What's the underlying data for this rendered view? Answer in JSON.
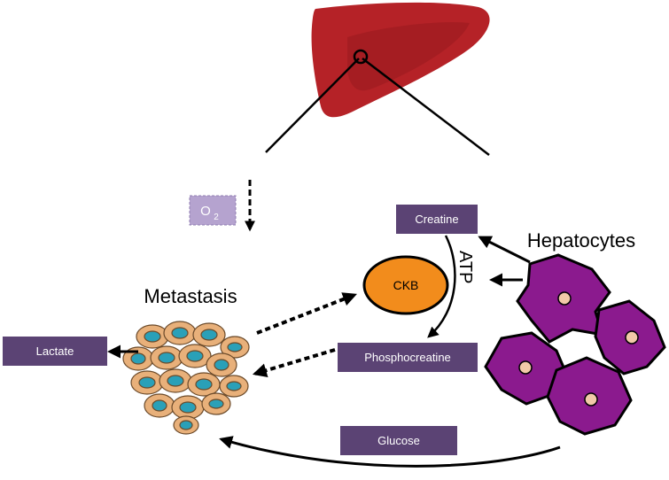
{
  "labels": {
    "metastasis": "Metastasis",
    "hepatocytes": "Hepatocytes",
    "atp": "ATP",
    "ckb": "CKB",
    "o2_main": "O",
    "o2_sub": "2"
  },
  "boxes": {
    "creatine": "Creatine",
    "phosphocreatine": "Phosphocreatine",
    "lactate": "Lactate",
    "glucose": "Glucose"
  },
  "colors": {
    "box_fill": "#5b4374",
    "o2_fill": "#b5a3cf",
    "ckb_fill": "#f28c1c",
    "hepatocyte_fill": "#8b1a8e",
    "nucleus_fill": "#f2c9a8",
    "liver_fill": "#b52227",
    "tumor_cell_fill": "#e8b07a",
    "tumor_nucleus_fill": "#2aa0b8"
  },
  "icons": [
    "liver-icon",
    "tumor-cluster-icon",
    "hepatocyte-cells-icon"
  ]
}
